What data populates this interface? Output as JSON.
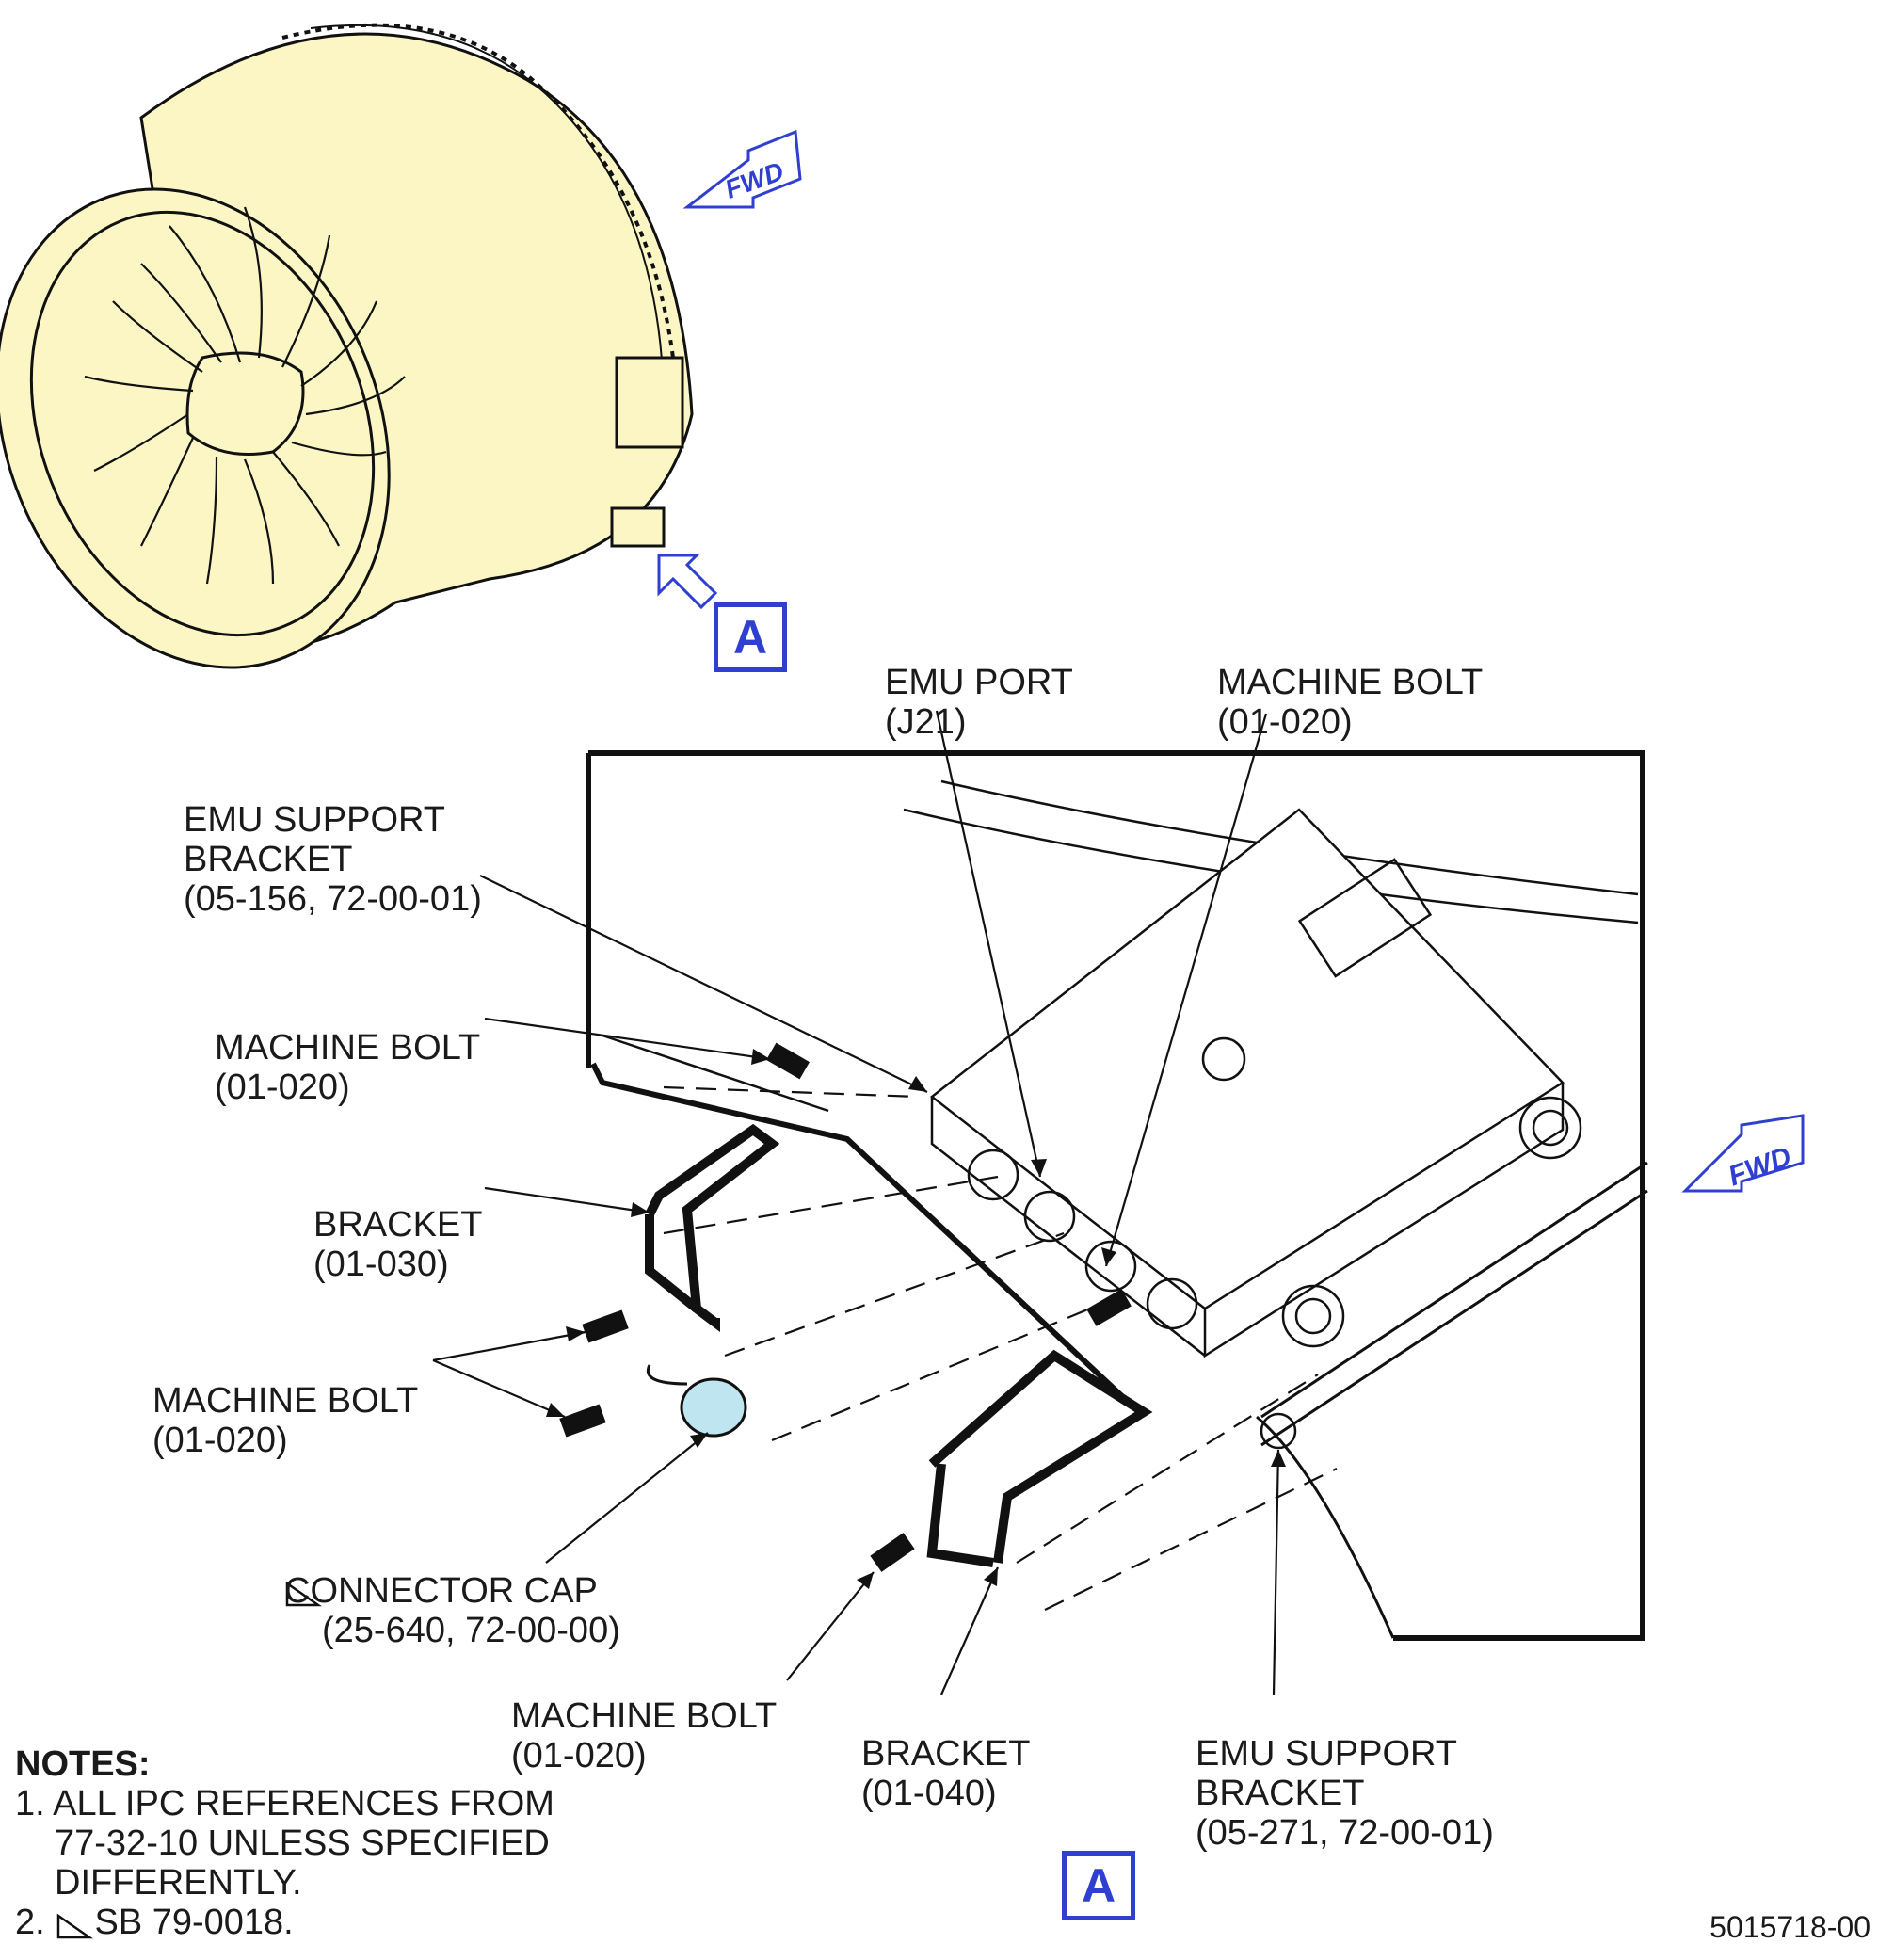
{
  "view_tags": {
    "top_view": "A",
    "bottom_view": "A"
  },
  "fwd_arrows": {
    "top": "FWD",
    "detail": "FWD"
  },
  "labels": {
    "emu_port": [
      "EMU PORT",
      "(J21)"
    ],
    "machine_bolt_top": [
      "MACHINE BOLT",
      "(01-020)"
    ],
    "emu_support_bracket_left": [
      "EMU SUPPORT",
      "BRACKET",
      "(05-156, 72-00-01)"
    ],
    "machine_bolt_left_upper": [
      "MACHINE BOLT",
      "(01-020)"
    ],
    "bracket_030": [
      "BRACKET",
      "(01-030)"
    ],
    "machine_bolt_left_lower": [
      "MACHINE BOLT",
      "(01-020)"
    ],
    "connector_cap": [
      "CONNECTOR CAP",
      "(25-640, 72-00-00)"
    ],
    "machine_bolt_bottom": [
      "MACHINE BOLT",
      "(01-020)"
    ],
    "bracket_040": [
      "BRACKET",
      "(01-040)"
    ],
    "emu_support_bracket_right": [
      "EMU SUPPORT",
      "BRACKET",
      "(05-271, 72-00-01)"
    ]
  },
  "notes": {
    "heading": "NOTES:",
    "note1_line1": "1. ALL IPC REFERENCES FROM",
    "note1_line2": "77-32-10 UNLESS SPECIFIED",
    "note1_line3": "DIFFERENTLY.",
    "note2": "2.     SB 79-0018."
  },
  "document_number": "5015718-00",
  "colors": {
    "engine_fill": "#fbf6c4",
    "accent_blue": "#2f3fd0",
    "cap_fill": "#bfe6f0"
  }
}
